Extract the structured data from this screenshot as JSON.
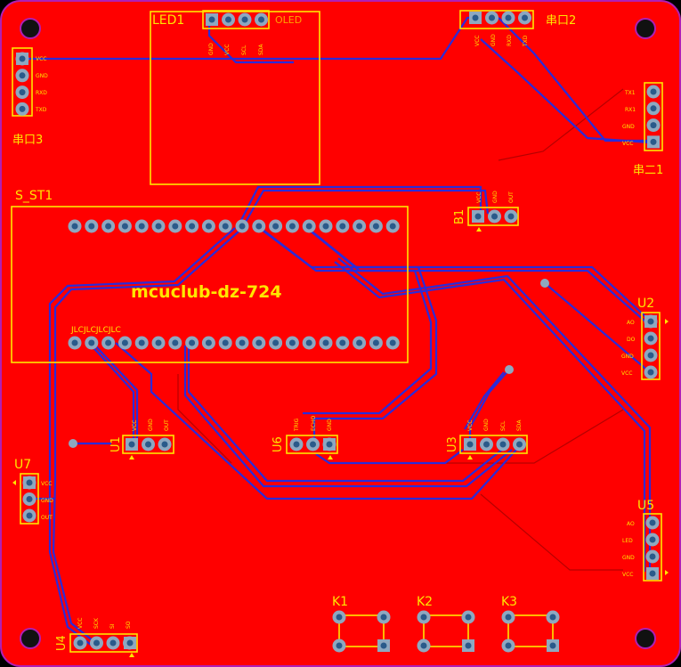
{
  "board": {
    "title_text": "mcuclub-dz-724",
    "colors": {
      "copper": "#ff0000",
      "edge": "#b01fb5",
      "silk": "#ffe600",
      "trace": "#2b2bd9",
      "pad": "#8ea8c0",
      "hole": "#2a5a8a"
    }
  },
  "labels": {
    "led1": "LED1",
    "oled": "OLED",
    "led1_pins": [
      "GND",
      "VCC",
      "SCL",
      "SDA"
    ],
    "serial2_top": "串口2",
    "serial2_top_pins": [
      "VCC",
      "GND",
      "RXD",
      "TXD"
    ],
    "serial3": "串口3",
    "serial3_pins": [
      "VCC",
      "GND",
      "RXD",
      "TXD"
    ],
    "serial_right": "串二1",
    "serial_right_pins": [
      "TX1",
      "RX1",
      "GND",
      "VCC"
    ],
    "s_st1": "S_ST1",
    "jlc": "JLCJLCJLCJLC",
    "b1": "B1",
    "b1_pins": [
      "VCC",
      "GND",
      "OUT"
    ],
    "u1": "U1",
    "u1_pins": [
      "VCC",
      "GND",
      "OUT"
    ],
    "u2": "U2",
    "u2_pins": [
      "AO",
      "DO",
      "GND",
      "VCC"
    ],
    "u3": "U3",
    "u3_pins": [
      "VCC",
      "GND",
      "SCL",
      "SDA"
    ],
    "u4": "U4",
    "u4_pins": [
      "VCC",
      "SCK",
      "SI",
      "SO"
    ],
    "u5": "U5",
    "u5_pins": [
      "AO",
      "LED",
      "GND",
      "VCC"
    ],
    "u6": "U6",
    "u6_pins": [
      "TRIG",
      "ECHO",
      "GND"
    ],
    "u7": "U7",
    "u7_pins": [
      "VCC",
      "GND",
      "OUT"
    ],
    "k1": "K1",
    "k2": "K2",
    "k3": "K3"
  }
}
